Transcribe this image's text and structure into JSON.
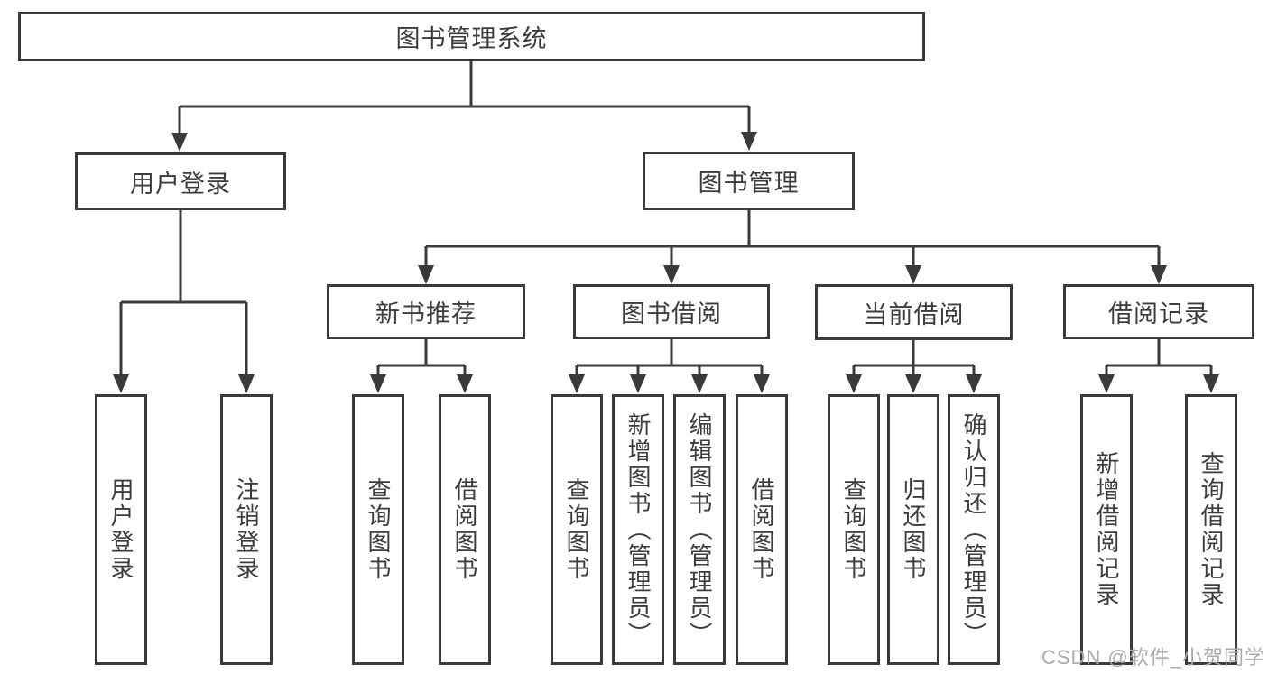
{
  "diagram_type": "hierarchy-tree",
  "colors": {
    "line": "#3a3a3a",
    "box_border": "#3a3a3a",
    "text": "#3c3c3c",
    "watermark": "#a8abb0",
    "background": "#ffffff"
  },
  "tree": {
    "label": "图书管理系统",
    "children": [
      {
        "label": "用户登录",
        "children": [
          {
            "label": "用户登录"
          },
          {
            "label": "注销登录"
          }
        ]
      },
      {
        "label": "图书管理",
        "children": [
          {
            "label": "新书推荐",
            "children": [
              {
                "label": "查询图书"
              },
              {
                "label": "借阅图书"
              }
            ]
          },
          {
            "label": "图书借阅",
            "children": [
              {
                "label": "查询图书"
              },
              {
                "label": "新增图书（管理员）"
              },
              {
                "label": "编辑图书（管理员）"
              },
              {
                "label": "借阅图书"
              }
            ]
          },
          {
            "label": "当前借阅",
            "children": [
              {
                "label": "查询图书"
              },
              {
                "label": "归还图书"
              },
              {
                "label": "确认归还（管理员）"
              }
            ]
          },
          {
            "label": "借阅记录",
            "children": [
              {
                "label": "新增借阅记录"
              },
              {
                "label": "查询借阅记录"
              }
            ]
          }
        ]
      }
    ]
  },
  "watermark": {
    "text": "CSDN @软件_小贺同学"
  }
}
